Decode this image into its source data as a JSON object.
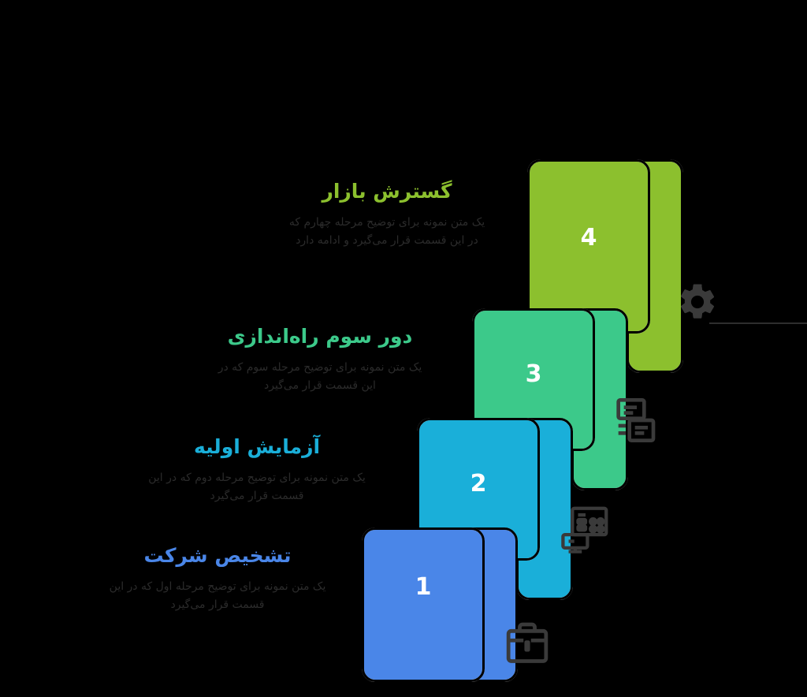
{
  "meta": {
    "background": "#000000",
    "body_text_color": "#2b2b2b",
    "icon_color": "#3a3a3a",
    "number_color": "#ffffff"
  },
  "chart_data": {
    "type": "diagram",
    "subtype": "staircase-steps",
    "direction": "rtl",
    "step_count": 4,
    "title": "",
    "steps": [
      {
        "number": "1",
        "color": "#4a86e8",
        "heading": "تشخیص شرکت",
        "label_color": "#4a86e8"
      },
      {
        "number": "2",
        "color": "#1aafd9",
        "heading": "آزمایش اولیه",
        "label_color": "#1aafd9"
      },
      {
        "number": "3",
        "color": "#3cc98a",
        "heading": "دور سوم راه‌اندازی",
        "label_color": "#3cc98a"
      },
      {
        "number": "4",
        "color": "#8cc02e",
        "heading": "گسترش بازار",
        "label_color": "#8cc02e"
      }
    ]
  },
  "steps": [
    {
      "number": "1",
      "color": "#4a86e8",
      "heading": "تشخیص شرکت",
      "heading_color": "#4a86e8",
      "body": "یک متن نمونه برای توضیح مرحله اول که در این قسمت قرار می‌گیرد",
      "icon": "briefcase-icon"
    },
    {
      "number": "2",
      "color": "#1aafd9",
      "heading": "آزمایش اولیه",
      "heading_color": "#1aafd9",
      "body": "یک متن نمونه برای توضیح مرحله دوم که در این قسمت قرار می‌گیرد",
      "icon": "calculator-monitor-icon"
    },
    {
      "number": "3",
      "color": "#3cc98a",
      "heading": "دور سوم راه‌اندازی",
      "heading_color": "#3cc98a",
      "body": "یک متن نمونه برای توضیح مرحله سوم که در این قسمت قرار می‌گیرد",
      "icon": "document-chart-icon"
    },
    {
      "number": "4",
      "color": "#8cc02e",
      "heading": "گسترش بازار",
      "heading_color": "#8cc02e",
      "body": "یک متن نمونه برای توضیح مرحله چهارم که در این قسمت قرار می‌گیرد و ادامه دارد",
      "icon": "gear-icon"
    }
  ]
}
